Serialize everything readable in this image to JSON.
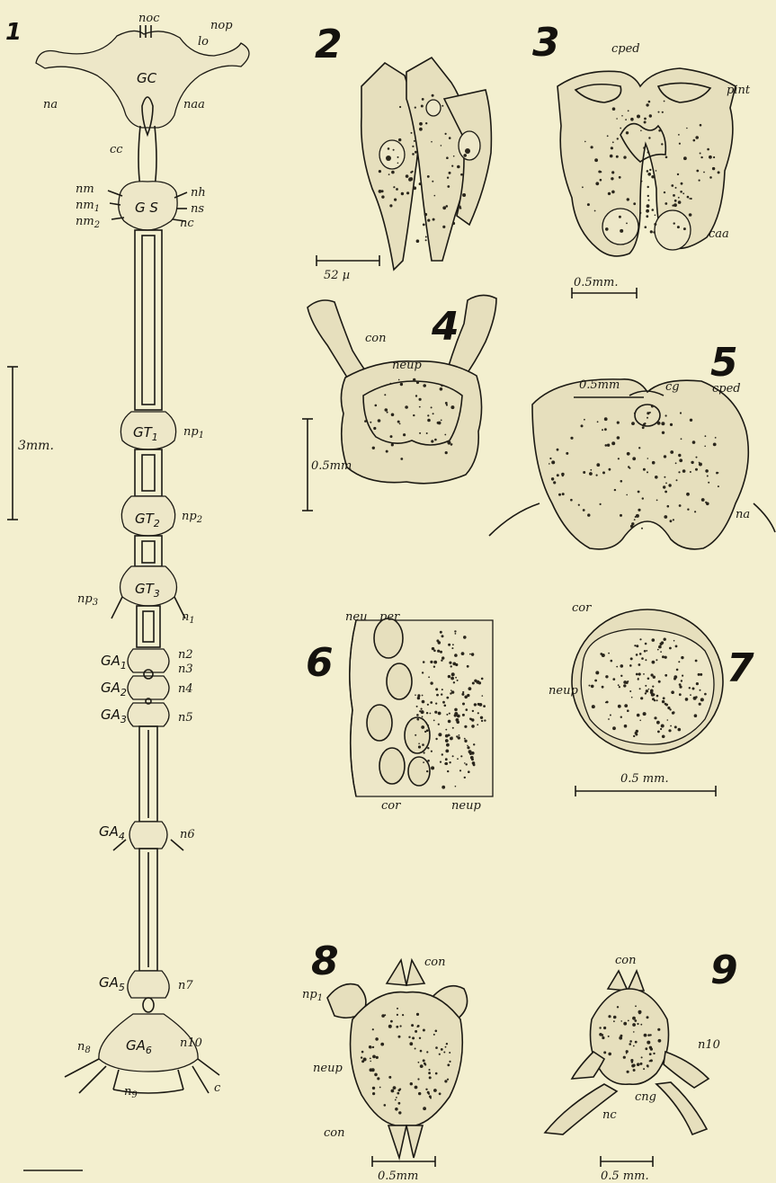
{
  "figure_numbers": [
    "1",
    "2",
    "3",
    "4",
    "5",
    "6",
    "7",
    "8",
    "9"
  ],
  "fig1": {
    "labels": {
      "noc": "noc",
      "nop": "nop",
      "lo": "lo",
      "GC": "GC",
      "na": "na",
      "naa": "naa",
      "cc": "cc",
      "nm": "nm",
      "nm1": "nm",
      "nm1_sub": "1",
      "nm2": "nm",
      "nm2_sub": "2",
      "GS": "G S",
      "nh": "nh",
      "ns": "ns",
      "nc": "nc",
      "GT1": "GT",
      "GT1_sub": "1",
      "np1": "np",
      "np1_sub": "1",
      "GT2": "GT",
      "GT2_sub": "2",
      "np2": "np",
      "np2_sub": "2",
      "GT3": "GT",
      "GT3_sub": "3",
      "np3": "np",
      "np3_sub": "3",
      "n1": "n",
      "n1_sub": "1",
      "GA1": "GA",
      "GA1_sub": "1",
      "GA2": "GA",
      "GA2_sub": "2",
      "GA3": "GA",
      "GA3_sub": "3",
      "n2": "n2",
      "n3": "n3",
      "n4": "n4",
      "n5": "n5",
      "GA4": "GA",
      "GA4_sub": "4",
      "n6": "n6",
      "GA5": "GA",
      "GA5_sub": "5",
      "n7": "n7",
      "GA6": "GA",
      "GA6_sub": "6",
      "n8": "n",
      "n8_sub": "8",
      "n9": "n",
      "n9_sub": "9",
      "n10": "n10",
      "c": "c"
    },
    "scale_label": "3mm."
  },
  "fig2": {
    "scale_label": "52 µ"
  },
  "fig3": {
    "labels": {
      "cped": "cped",
      "pint": "pint",
      "caa": "caa"
    },
    "scale_label": "0.5mm."
  },
  "fig4": {
    "labels": {
      "con": "con",
      "neup": "neup"
    },
    "scale_label": "0.5mm"
  },
  "fig5": {
    "labels": {
      "cg": "cg",
      "cped": "cped",
      "na": "na"
    },
    "scale_label": "0.5mm"
  },
  "fig6": {
    "labels": {
      "neu": "neu",
      "per": "per",
      "cor": "cor",
      "neup": "neup"
    }
  },
  "fig7": {
    "labels": {
      "cor": "cor",
      "neup": "neup"
    },
    "scale_label": "0.5 mm."
  },
  "fig8": {
    "labels": {
      "con_top": "con",
      "np1": "np",
      "np1_sub": "1",
      "neup": "neup",
      "con_bottom": "con"
    },
    "scale_label": "0.5mm"
  },
  "fig9": {
    "labels": {
      "con": "con",
      "n10": "n10",
      "cng": "cng",
      "nc": "nc"
    },
    "scale_label": "0.5 mm."
  }
}
